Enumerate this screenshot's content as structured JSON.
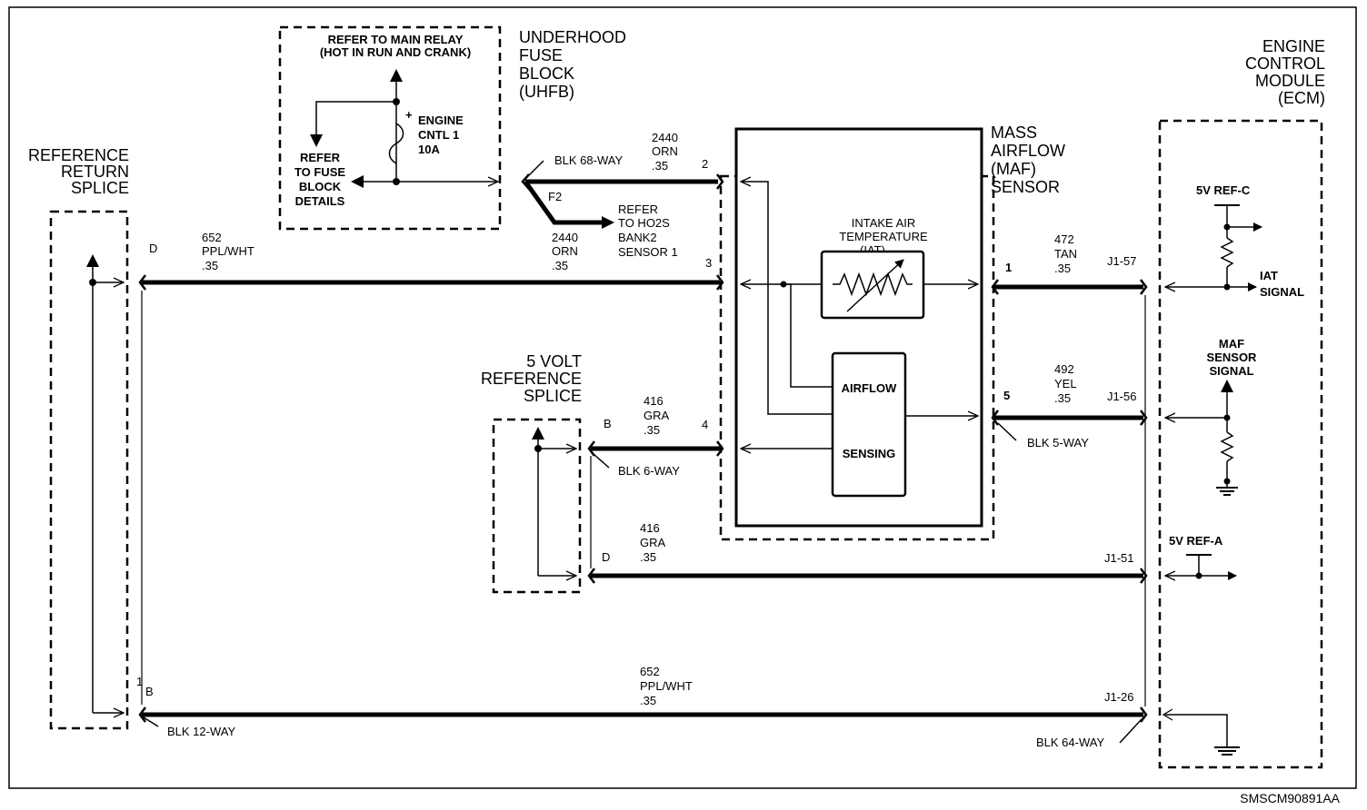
{
  "labels": {
    "uhfb_title": [
      "UNDERHOOD",
      "FUSE",
      "BLOCK",
      "(UHFB)"
    ],
    "main_relay": [
      "REFER TO MAIN RELAY",
      "(HOT IN RUN AND CRANK)"
    ],
    "fuse_block_details": [
      "REFER",
      "TO FUSE",
      "BLOCK",
      "DETAILS"
    ],
    "fuse_name": [
      "ENGINE",
      "CNTL 1",
      "10A"
    ],
    "fuse_plus": "+",
    "ecm_title": [
      "ENGINE",
      "CONTROL",
      "MODULE",
      "(ECM)"
    ],
    "ref_return_splice": [
      "REFERENCE",
      "RETURN",
      "SPLICE"
    ],
    "maf_title": [
      "MASS",
      "AIRFLOW",
      "(MAF)",
      "SENSOR"
    ],
    "iat_title": [
      "INTAKE AIR",
      "TEMPERATURE",
      "(IAT)"
    ],
    "airflow": "AIRFLOW",
    "sensing": "SENSING",
    "five_volt_splice": [
      "5 VOLT",
      "REFERENCE",
      "SPLICE"
    ],
    "blk68": "BLK 68-WAY",
    "wire_2440_top": [
      "2440",
      "ORN",
      ".35"
    ],
    "f2": "F2",
    "refer_ho2s": [
      "REFER",
      "TO HO2S",
      "BANK2",
      "SENSOR 1"
    ],
    "wire_2440_bot": [
      "2440",
      "ORN",
      ".35"
    ],
    "pin2": "2",
    "pin3": "3",
    "pin4": "4",
    "wire_652_top": [
      "652",
      "PPL/WHT",
      ".35"
    ],
    "pin_d_left": "D",
    "wire_416_a": [
      "416",
      "GRA",
      ".35"
    ],
    "pin_b_splice": "B",
    "blk6": "BLK 6-WAY",
    "wire_416_b": [
      "416",
      "GRA",
      ".35"
    ],
    "pin_d_splice": "D",
    "wire_472": [
      "472",
      "TAN",
      ".35"
    ],
    "pin1": "1",
    "j1_57": "J1-57",
    "wire_492": [
      "492",
      "YEL",
      ".35"
    ],
    "pin5": "5",
    "j1_56": "J1-56",
    "blk5": "BLK 5-WAY",
    "j1_51": "J1-51",
    "j1_26": "J1-26",
    "wire_652_bot": [
      "652",
      "PPL/WHT",
      ".35"
    ],
    "pin_b_left": "B",
    "pin_1_left": "1",
    "blk12": "BLK 12-WAY",
    "blk64": "BLK 64-WAY",
    "ref_c": "5V REF-C",
    "iat_signal": [
      "IAT",
      "SIGNAL"
    ],
    "maf_signal": [
      "MAF",
      "SENSOR",
      "SIGNAL"
    ],
    "ref_a": "5V REF-A",
    "doc_code": "SMSCM90891AA"
  }
}
